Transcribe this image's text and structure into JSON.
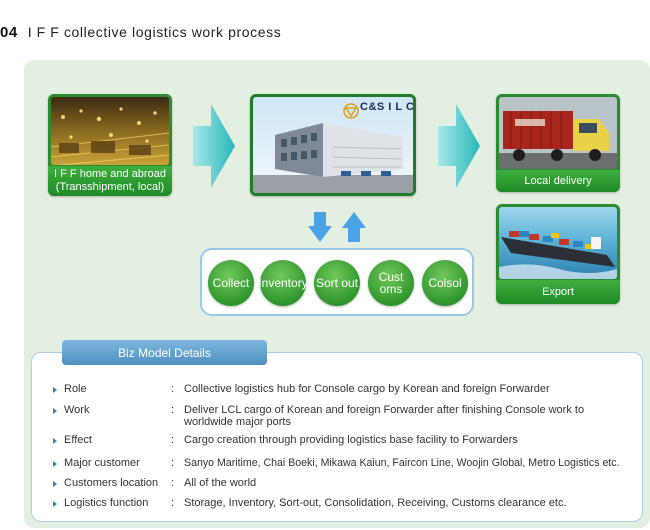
{
  "heading": {
    "number": "04",
    "title": "I F F collective logistics work process"
  },
  "cards": {
    "iff": {
      "caption_line1": "I F F home and abroad",
      "caption_line2": "(Transshipment, local)"
    },
    "warehouse": {
      "logo": "C&S I L C"
    },
    "local_delivery": {
      "caption": "Local delivery"
    },
    "export": {
      "caption": "Export"
    }
  },
  "operations": [
    "Collect",
    "Inventory",
    "Sort out",
    "Cust\noms",
    "Colsol"
  ],
  "details": {
    "tab_label": "Biz Model Details",
    "separator": ":",
    "rows": [
      {
        "label": "Role",
        "value": "Collective logistics hub for Console cargo by Korean and foreign Forwarder"
      },
      {
        "label": "Work",
        "value": "Deliver LCL cargo of Korean and foreign Forwarder after finishing Console work to worldwide major ports"
      },
      {
        "label": "Effect",
        "value": "Cargo creation through providing logistics base facility to Forwarders"
      },
      {
        "label": "Major customer",
        "value": "Sanyo Maritime, Chai Boeki, Mikawa Kaiun, Faircon Line, Woojin Global, Metro Logistics etc."
      },
      {
        "label": "Customers location",
        "value": "All of the world"
      },
      {
        "label": "Logistics function",
        "value": "Storage, Inventory, Sort-out, Consolidation, Receiving, Customs clearance etc."
      }
    ]
  },
  "colors": {
    "panel": "#e3efe1",
    "green": "#2a8c2f",
    "arrow": "#3cc4c4",
    "blue_arrow": "#4aa3e6",
    "tab": "#5f9fcd"
  }
}
